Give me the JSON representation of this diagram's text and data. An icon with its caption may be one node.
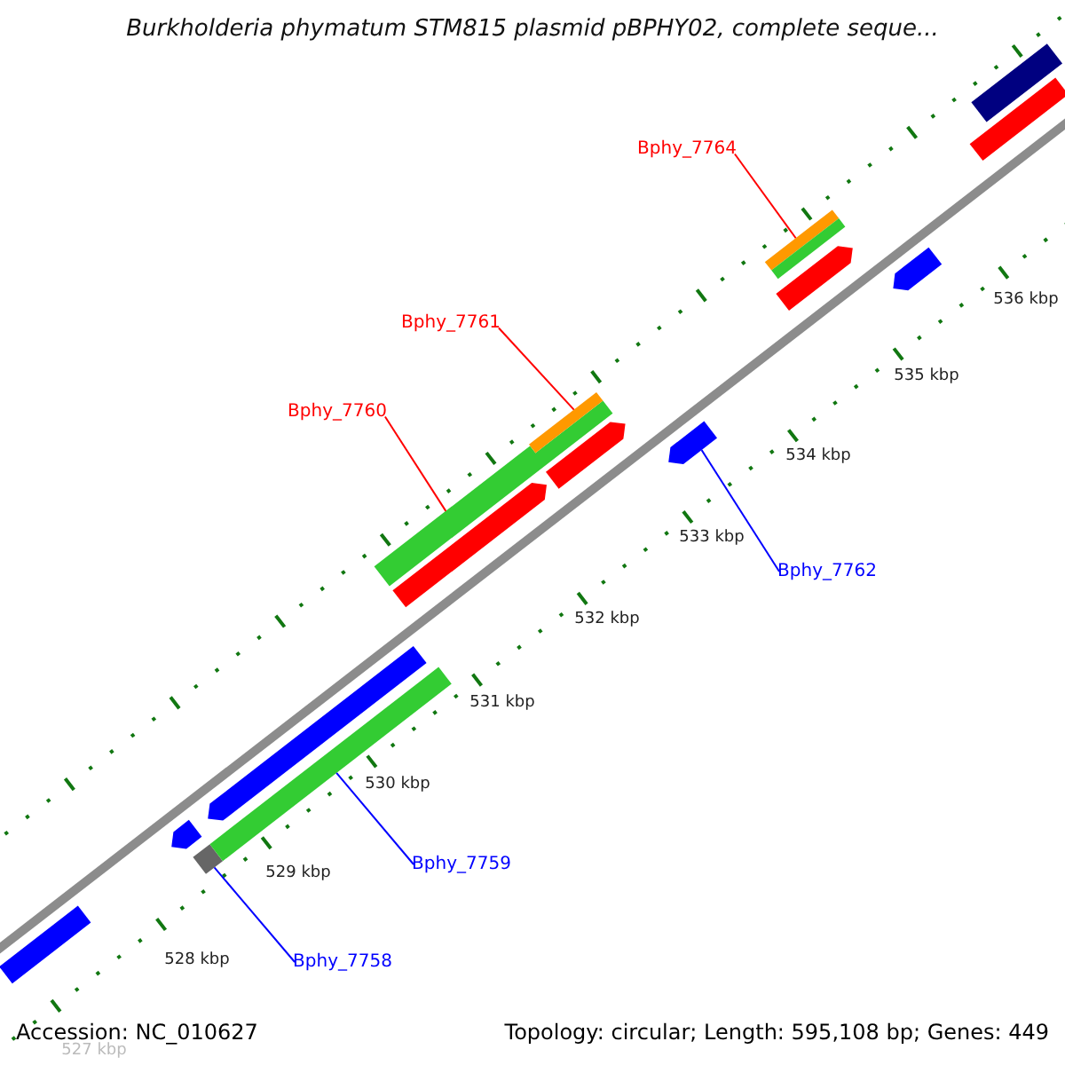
{
  "diagram": {
    "title": "Burkholderia phymatum STM815 plasmid pBPHY02, complete seque...",
    "nodes": [
      {
        "text": [
          "Bphy_7764"
        ]
      },
      {
        "text": [
          "Bphy_7761"
        ]
      },
      {
        "text": [
          "Bphy_7760"
        ]
      },
      {
        "text": [
          "Bphy_7762"
        ]
      },
      {
        "text": [
          "Bphy_7759"
        ]
      },
      {
        "text": [
          "Bphy_7758"
        ]
      },
      {
        "text": [],
        "shape": "bar"
      },
      {
        "text": [],
        "shape": "bar"
      },
      {
        "text": [],
        "shape": "bar"
      },
      {
        "text": [],
        "shape": "bar"
      },
      {
        "text": [],
        "shape": "bar"
      },
      {
        "text": [],
        "shape": "bar"
      },
      {
        "text": [],
        "shape": "bar"
      },
      {
        "text": [],
        "shape": "bar"
      },
      {
        "text": [],
        "shape": "bar"
      },
      {
        "text": [],
        "shape": "bar"
      },
      {
        "text": [],
        "shape": "bar"
      },
      {
        "text": [],
        "shape": "bar"
      },
      {
        "text": [],
        "shape": "bar"
      },
      {
        "text": [],
        "shape": "bar"
      },
      {
        "text": [],
        "shape": "bar"
      },
      {
        "text": [],
        "shape": "bar"
      }
    ],
    "edges": [
      {
        "from": 0,
        "to": 17,
        "arrow": "none",
        "color": "#ff0000"
      },
      {
        "from": 1,
        "to": 13,
        "arrow": "none",
        "color": "#ff0000"
      },
      {
        "from": 2,
        "to": 11,
        "arrow": "none",
        "color": "#ff0000"
      },
      {
        "from": 3,
        "to": 15,
        "arrow": "none",
        "color": "#0000ff"
      },
      {
        "from": 4,
        "to": 9,
        "arrow": "none",
        "color": "#0000ff"
      },
      {
        "from": 5,
        "to": 8,
        "arrow": "none",
        "color": "#0000ff"
      }
    ],
    "labels": [
      "536 kbp",
      "535 kbp",
      "534 kbp",
      "533 kbp",
      "532 kbp",
      "531 kbp",
      "530 kbp",
      "529 kbp",
      "528 kbp",
      "Accession: NC_010627",
      "Topology: circular; Length: 595,108 bp; Genes: 449",
      "527 kbp"
    ]
  }
}
